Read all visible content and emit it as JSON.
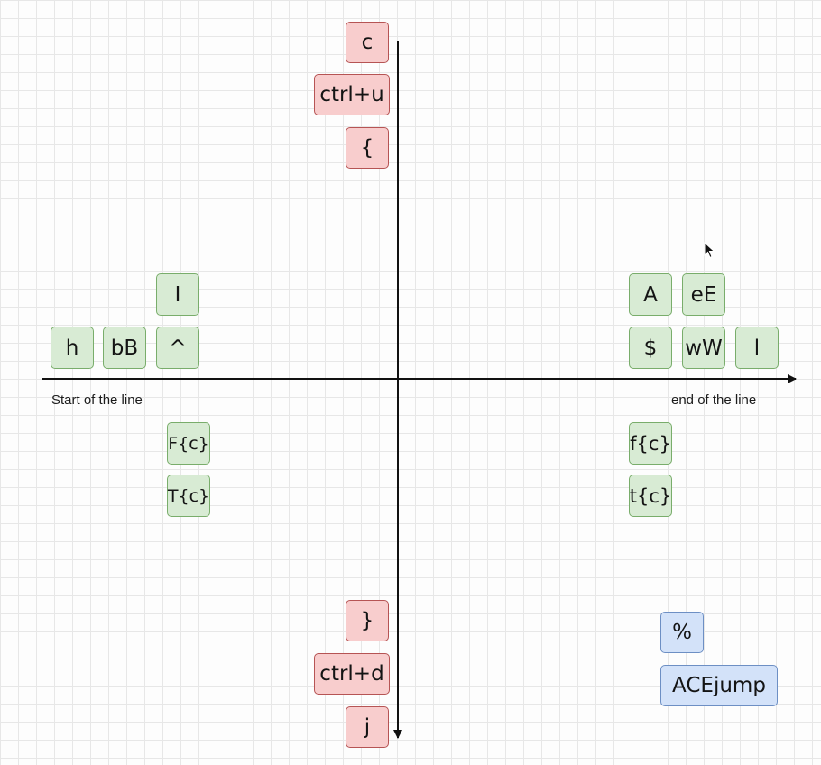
{
  "axes": {
    "x_left_label": "Start of the line",
    "x_right_label": "end of the line"
  },
  "keys": {
    "c": "c",
    "ctrl_u": "ctrl+u",
    "brace_open": "{",
    "brace_close": "}",
    "ctrl_d": "ctrl+d",
    "j": "j",
    "I": "I",
    "h": "h",
    "bB": "bB",
    "caret": "^",
    "A": "A",
    "eE": "eE",
    "dollar": "$",
    "wW": "wW",
    "l": "l",
    "F_c": "F{c}",
    "T_c": "T{c}",
    "f_c": "f{c}",
    "t_c": "t{c}",
    "percent": "%",
    "acejump": "ACEjump"
  },
  "colors": {
    "red_fill": "#f8cdcd",
    "red_border": "#b65454",
    "green_fill": "#d8ebd4",
    "green_border": "#79ad6b",
    "blue_fill": "#d3e2f9",
    "blue_border": "#6d8fc4",
    "grid": "#e7e7e7",
    "axis": "#111111"
  }
}
